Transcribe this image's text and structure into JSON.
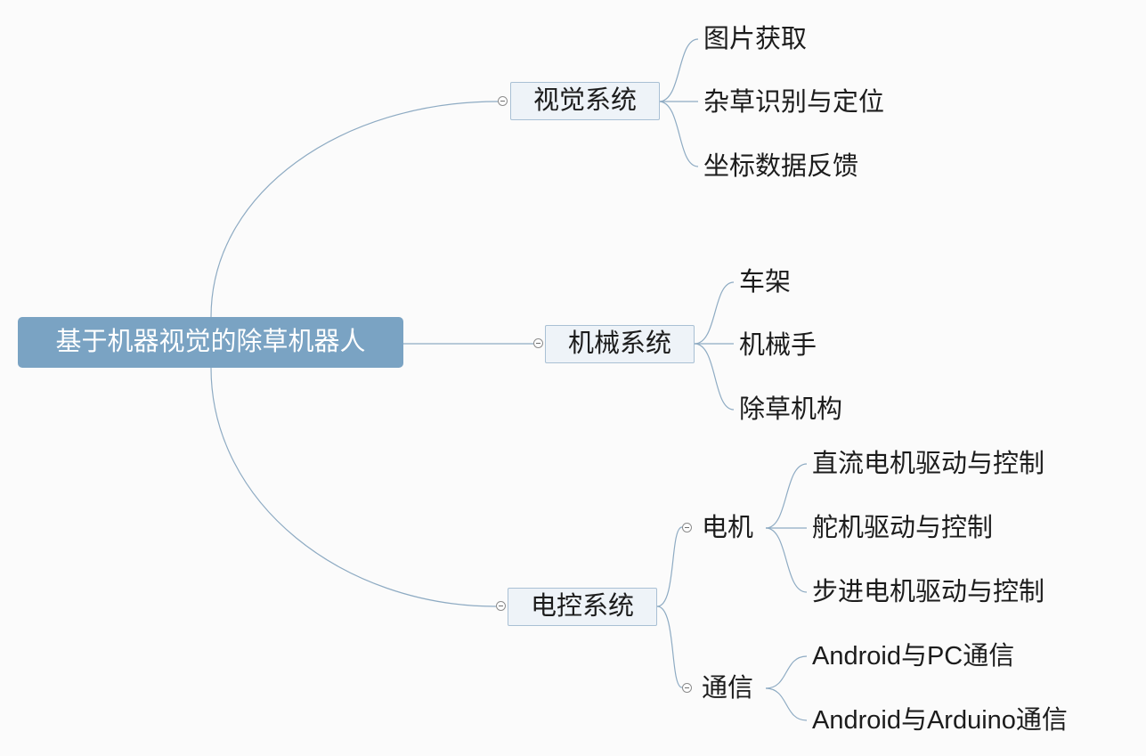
{
  "root": {
    "label": "基于机器视觉的除草机器人"
  },
  "branches": [
    {
      "label": "视觉系统",
      "children": [
        "图片获取",
        "杂草识别与定位",
        "坐标数据反馈"
      ]
    },
    {
      "label": "机械系统",
      "children": [
        "车架",
        "机械手",
        "除草机构"
      ]
    },
    {
      "label": "电控系统",
      "subbranches": [
        {
          "label": "电机",
          "children": [
            "直流电机驱动与控制",
            "舵机驱动与控制",
            "步进电机驱动与控制"
          ]
        },
        {
          "label": "通信",
          "children": [
            "Android与PC通信",
            "Android与Arduino通信"
          ]
        }
      ]
    }
  ],
  "colors": {
    "root_fill": "#7aa3c3",
    "topic_fill": "#eef3f8",
    "topic_border": "#a9c0d4",
    "connector": "#8eabc3",
    "background": "#fbfbfb"
  },
  "icons": {
    "toggle": "collapse-icon"
  }
}
